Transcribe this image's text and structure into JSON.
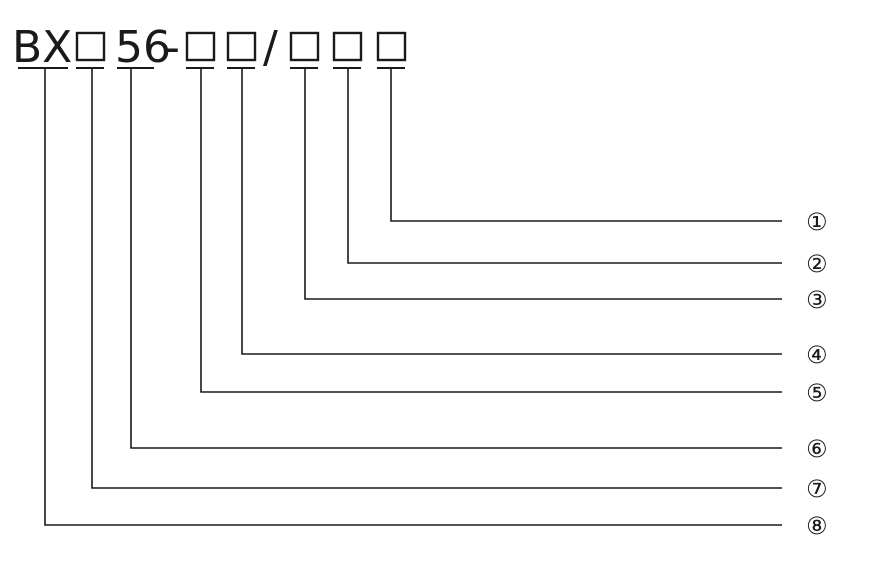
{
  "model_code": {
    "prefix": "BX",
    "series": "56",
    "dash": "-",
    "slash": "/"
  },
  "callouts": [
    {
      "label": "①"
    },
    {
      "label": "②"
    },
    {
      "label": "③"
    },
    {
      "label": "④"
    },
    {
      "label": "⑤"
    },
    {
      "label": "⑥"
    },
    {
      "label": "⑦"
    },
    {
      "label": "⑧"
    }
  ],
  "colors": {
    "ink": "#1a1a1a",
    "background": "#ffffff"
  }
}
